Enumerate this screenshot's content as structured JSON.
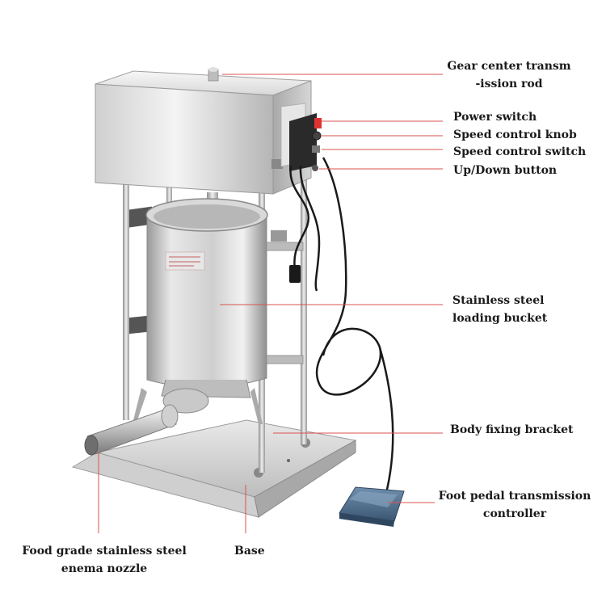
{
  "colors": {
    "leader_line": "#d9534f",
    "steel_light": "#eeeeee",
    "steel_mid": "#c4c4c4",
    "steel_dark": "#8a8a8a",
    "cable": "#1a1a1a",
    "pedal": "#4a6a8a"
  },
  "labels": {
    "gear_rod": [
      "Gear center transm",
      "-ission rod"
    ],
    "power_switch": "Power switch",
    "speed_knob": "Speed control knob",
    "speed_switch": "Speed control switch",
    "updown_button": "Up/Down button",
    "loading_bucket": [
      "Stainless steel",
      "loading bucket"
    ],
    "fixing_bracket": "Body fixing bracket",
    "foot_pedal": [
      "Foot pedal transmission",
      "controller"
    ],
    "nozzle": [
      "Food grade stainless steel",
      "enema nozzle"
    ],
    "base": "Base"
  }
}
